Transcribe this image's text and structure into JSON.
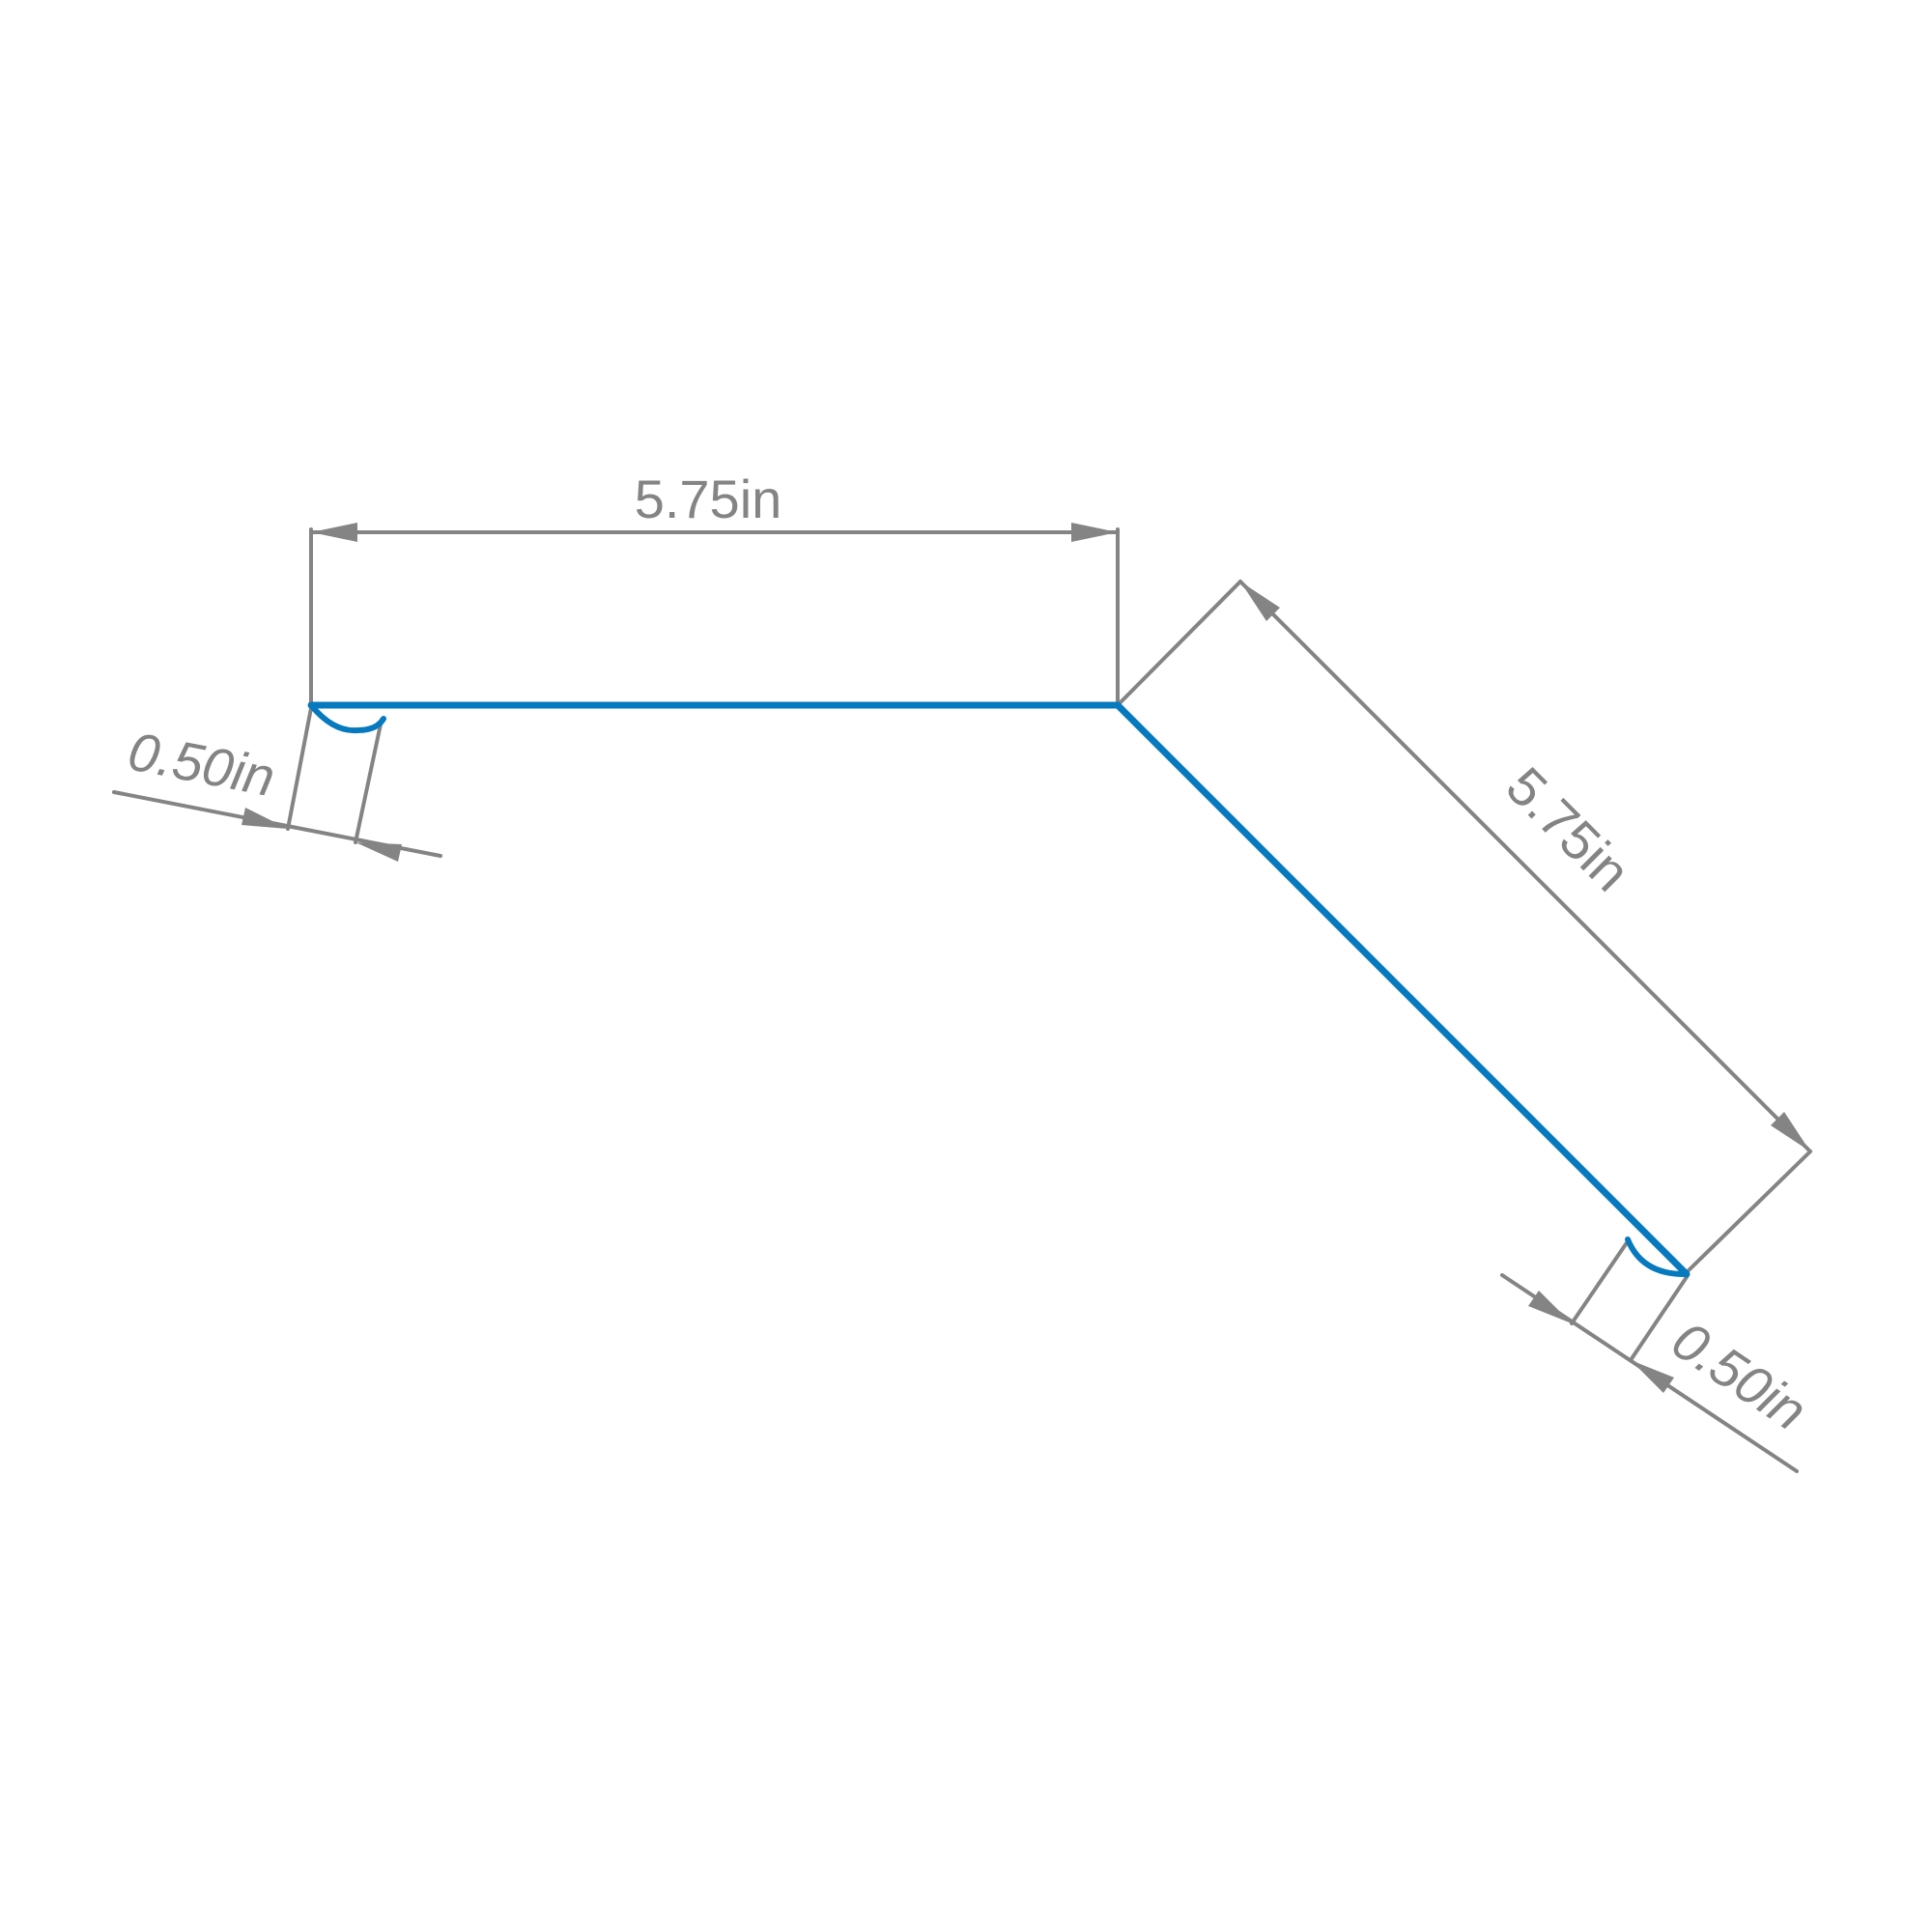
{
  "drawing": {
    "flange_top_length": "5.75in",
    "flange_diagonal_length": "5.75in",
    "hem_left_width": "0.50in",
    "hem_right_width": "0.50in"
  },
  "colors": {
    "part": "#0779be",
    "dimension": "#848484",
    "background": "#ffffff"
  }
}
